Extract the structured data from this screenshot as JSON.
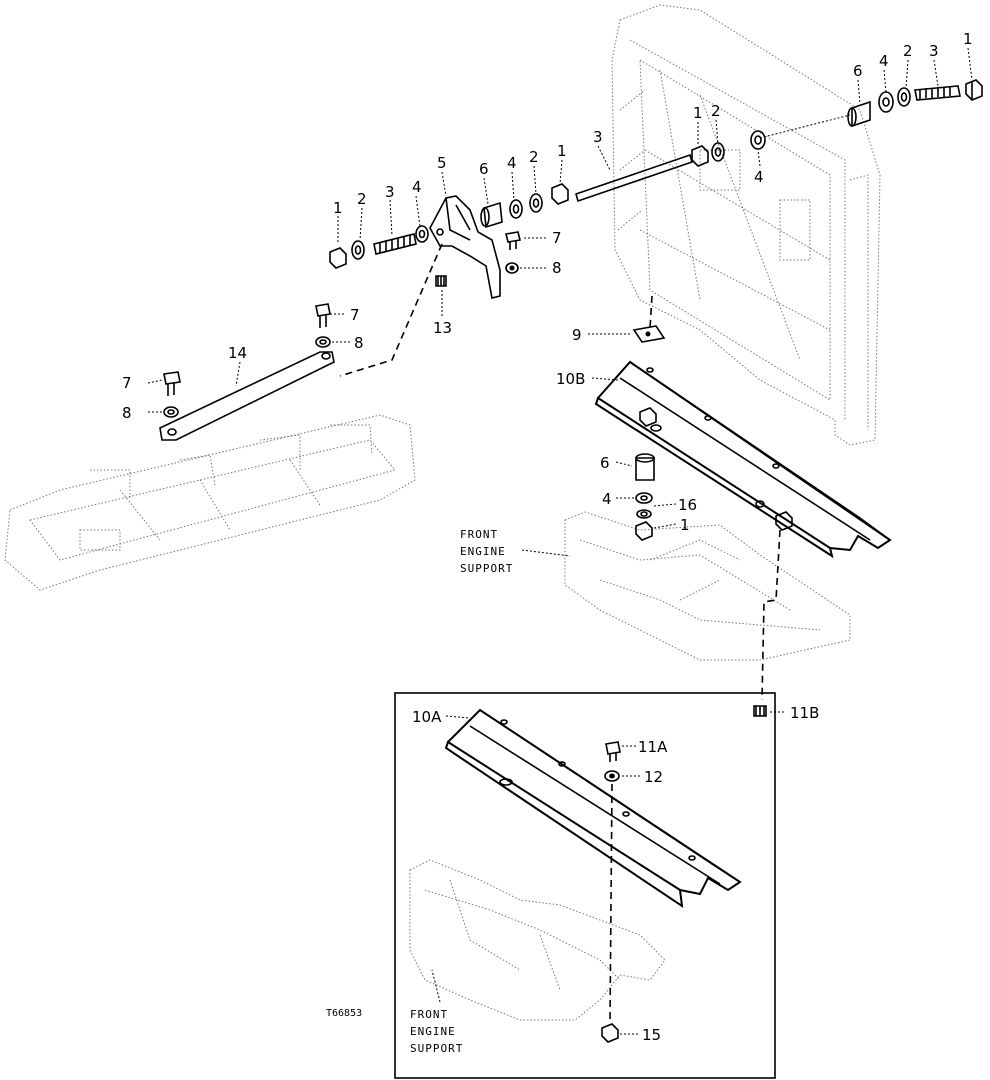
{
  "callouts": [
    {
      "id": "c-1a",
      "text": "1"
    },
    {
      "id": "c-2a",
      "text": "2"
    },
    {
      "id": "c-3a",
      "text": "3"
    },
    {
      "id": "c-4a",
      "text": "4"
    },
    {
      "id": "c-5",
      "text": "5"
    },
    {
      "id": "c-6a",
      "text": "6"
    },
    {
      "id": "c-4b",
      "text": "4"
    },
    {
      "id": "c-2b",
      "text": "2"
    },
    {
      "id": "c-1b",
      "text": "1"
    },
    {
      "id": "c-3b",
      "text": "3"
    },
    {
      "id": "c-1c",
      "text": "1"
    },
    {
      "id": "c-2c",
      "text": "2"
    },
    {
      "id": "c-4c",
      "text": "4"
    },
    {
      "id": "c-6b",
      "text": "6"
    },
    {
      "id": "c-4d",
      "text": "4"
    },
    {
      "id": "c-2d",
      "text": "2"
    },
    {
      "id": "c-3c",
      "text": "3"
    },
    {
      "id": "c-1d",
      "text": "1"
    },
    {
      "id": "c-7a",
      "text": "7"
    },
    {
      "id": "c-8a",
      "text": "8"
    },
    {
      "id": "c-13",
      "text": "13"
    },
    {
      "id": "c-7b",
      "text": "7"
    },
    {
      "id": "c-8b",
      "text": "8"
    },
    {
      "id": "c-14",
      "text": "14"
    },
    {
      "id": "c-7c",
      "text": "7"
    },
    {
      "id": "c-8c",
      "text": "8"
    },
    {
      "id": "c-9",
      "text": "9"
    },
    {
      "id": "c-10b",
      "text": "10B"
    },
    {
      "id": "c-6c",
      "text": "6"
    },
    {
      "id": "c-4e",
      "text": "4"
    },
    {
      "id": "c-16",
      "text": "16"
    },
    {
      "id": "c-1e",
      "text": "1"
    },
    {
      "id": "c-11b",
      "text": "11B"
    },
    {
      "id": "c-10a",
      "text": "10A"
    },
    {
      "id": "c-11a",
      "text": "11A"
    },
    {
      "id": "c-12",
      "text": "12"
    },
    {
      "id": "c-15",
      "text": "15"
    }
  ],
  "notes": {
    "front_engine_support_upper": [
      "FRONT",
      "ENGINE",
      "SUPPORT"
    ],
    "front_engine_support_lower": [
      "FRONT",
      "ENGINE",
      "SUPPORT"
    ],
    "figure_id": "T66853"
  }
}
